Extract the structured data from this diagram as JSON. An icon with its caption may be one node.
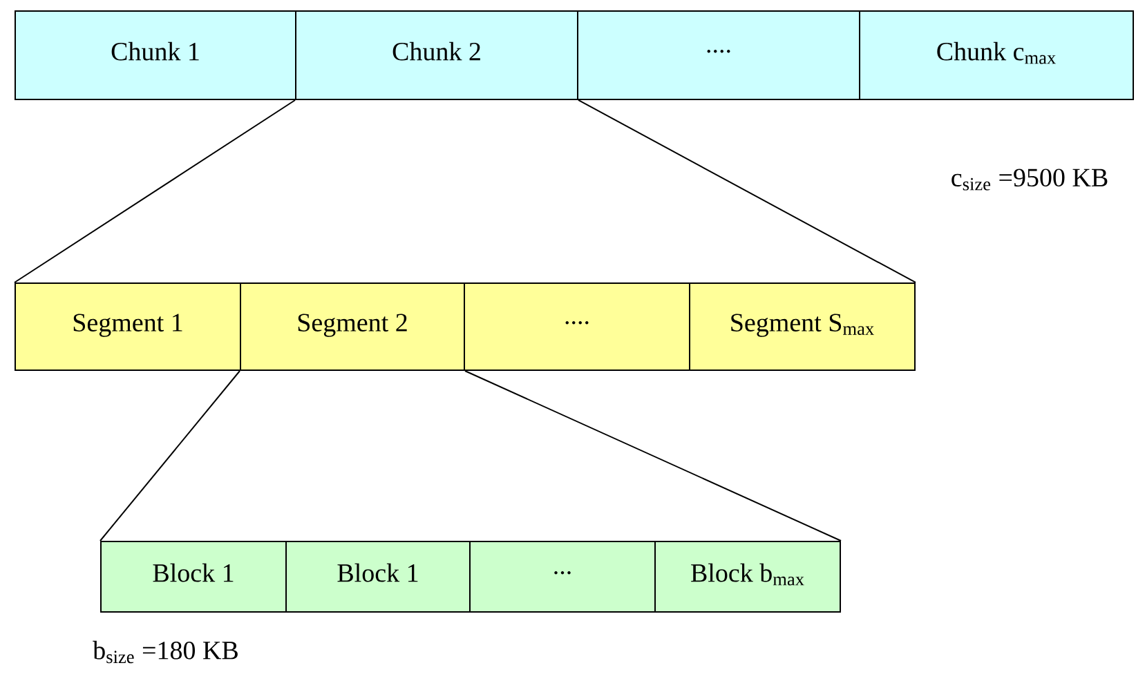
{
  "diagram": {
    "nodes": [
      {
        "text": [
          "Chunk 1"
        ]
      },
      {
        "text": [
          "Chunk 2"
        ]
      },
      {
        "text": [
          "...."
        ]
      },
      {
        "text": [
          "Chunk c$_{max}$"
        ]
      },
      {
        "text": [
          "Segment 1"
        ]
      },
      {
        "text": [
          "Segment 2"
        ]
      },
      {
        "text": [
          "...."
        ]
      },
      {
        "text": [
          "Segment S$_{max}$"
        ]
      },
      {
        "text": [
          "Block 1"
        ]
      },
      {
        "text": [
          "Block 1"
        ]
      },
      {
        "text": [
          "..."
        ]
      },
      {
        "text": [
          "Block b$_{max}$"
        ]
      }
    ],
    "edges": [
      {
        "from": 1,
        "to": 4,
        "arrow": "none"
      },
      {
        "from": 1,
        "to": 7,
        "arrow": "none"
      },
      {
        "from": 5,
        "to": 8,
        "arrow": "none"
      },
      {
        "from": 5,
        "to": 11,
        "arrow": "none"
      }
    ],
    "labels": [
      "c$_{size}$ =9500 KB",
      "b$_{size}$ =180 KB"
    ]
  }
}
